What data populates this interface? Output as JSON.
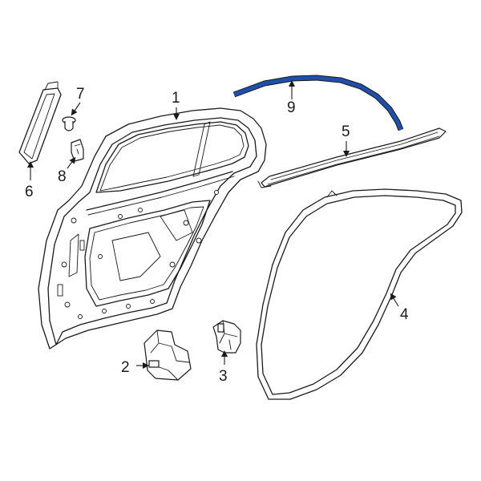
{
  "diagram": {
    "highlight_color": "#1f4fa8",
    "line_color": "#1a1a1a",
    "background": "#ffffff",
    "highlighted_part": "9",
    "callouts": [
      "1",
      "2",
      "3",
      "4",
      "5",
      "6",
      "7",
      "8",
      "9"
    ]
  }
}
